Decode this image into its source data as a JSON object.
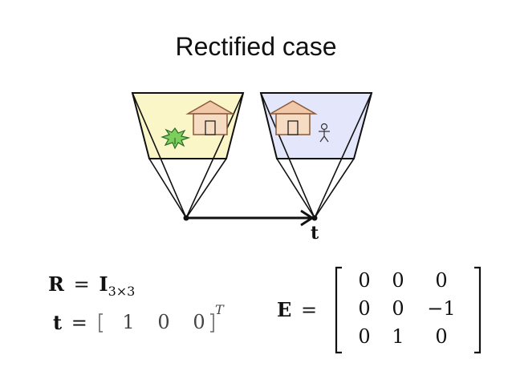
{
  "title": "Rectified case",
  "translation_label": "t",
  "rotation": {
    "lhs": "R",
    "eq": "=",
    "rhs": "I",
    "sub": "3×3"
  },
  "translation": {
    "lhs": "t",
    "eq": "=",
    "values": [
      "1",
      "0",
      "0"
    ],
    "sup": "T"
  },
  "essential": {
    "lhs": "E",
    "eq": "=",
    "matrix": [
      [
        "0",
        "0",
        "0"
      ],
      [
        "0",
        "0",
        "−1"
      ],
      [
        "0",
        "1",
        "0"
      ]
    ]
  }
}
